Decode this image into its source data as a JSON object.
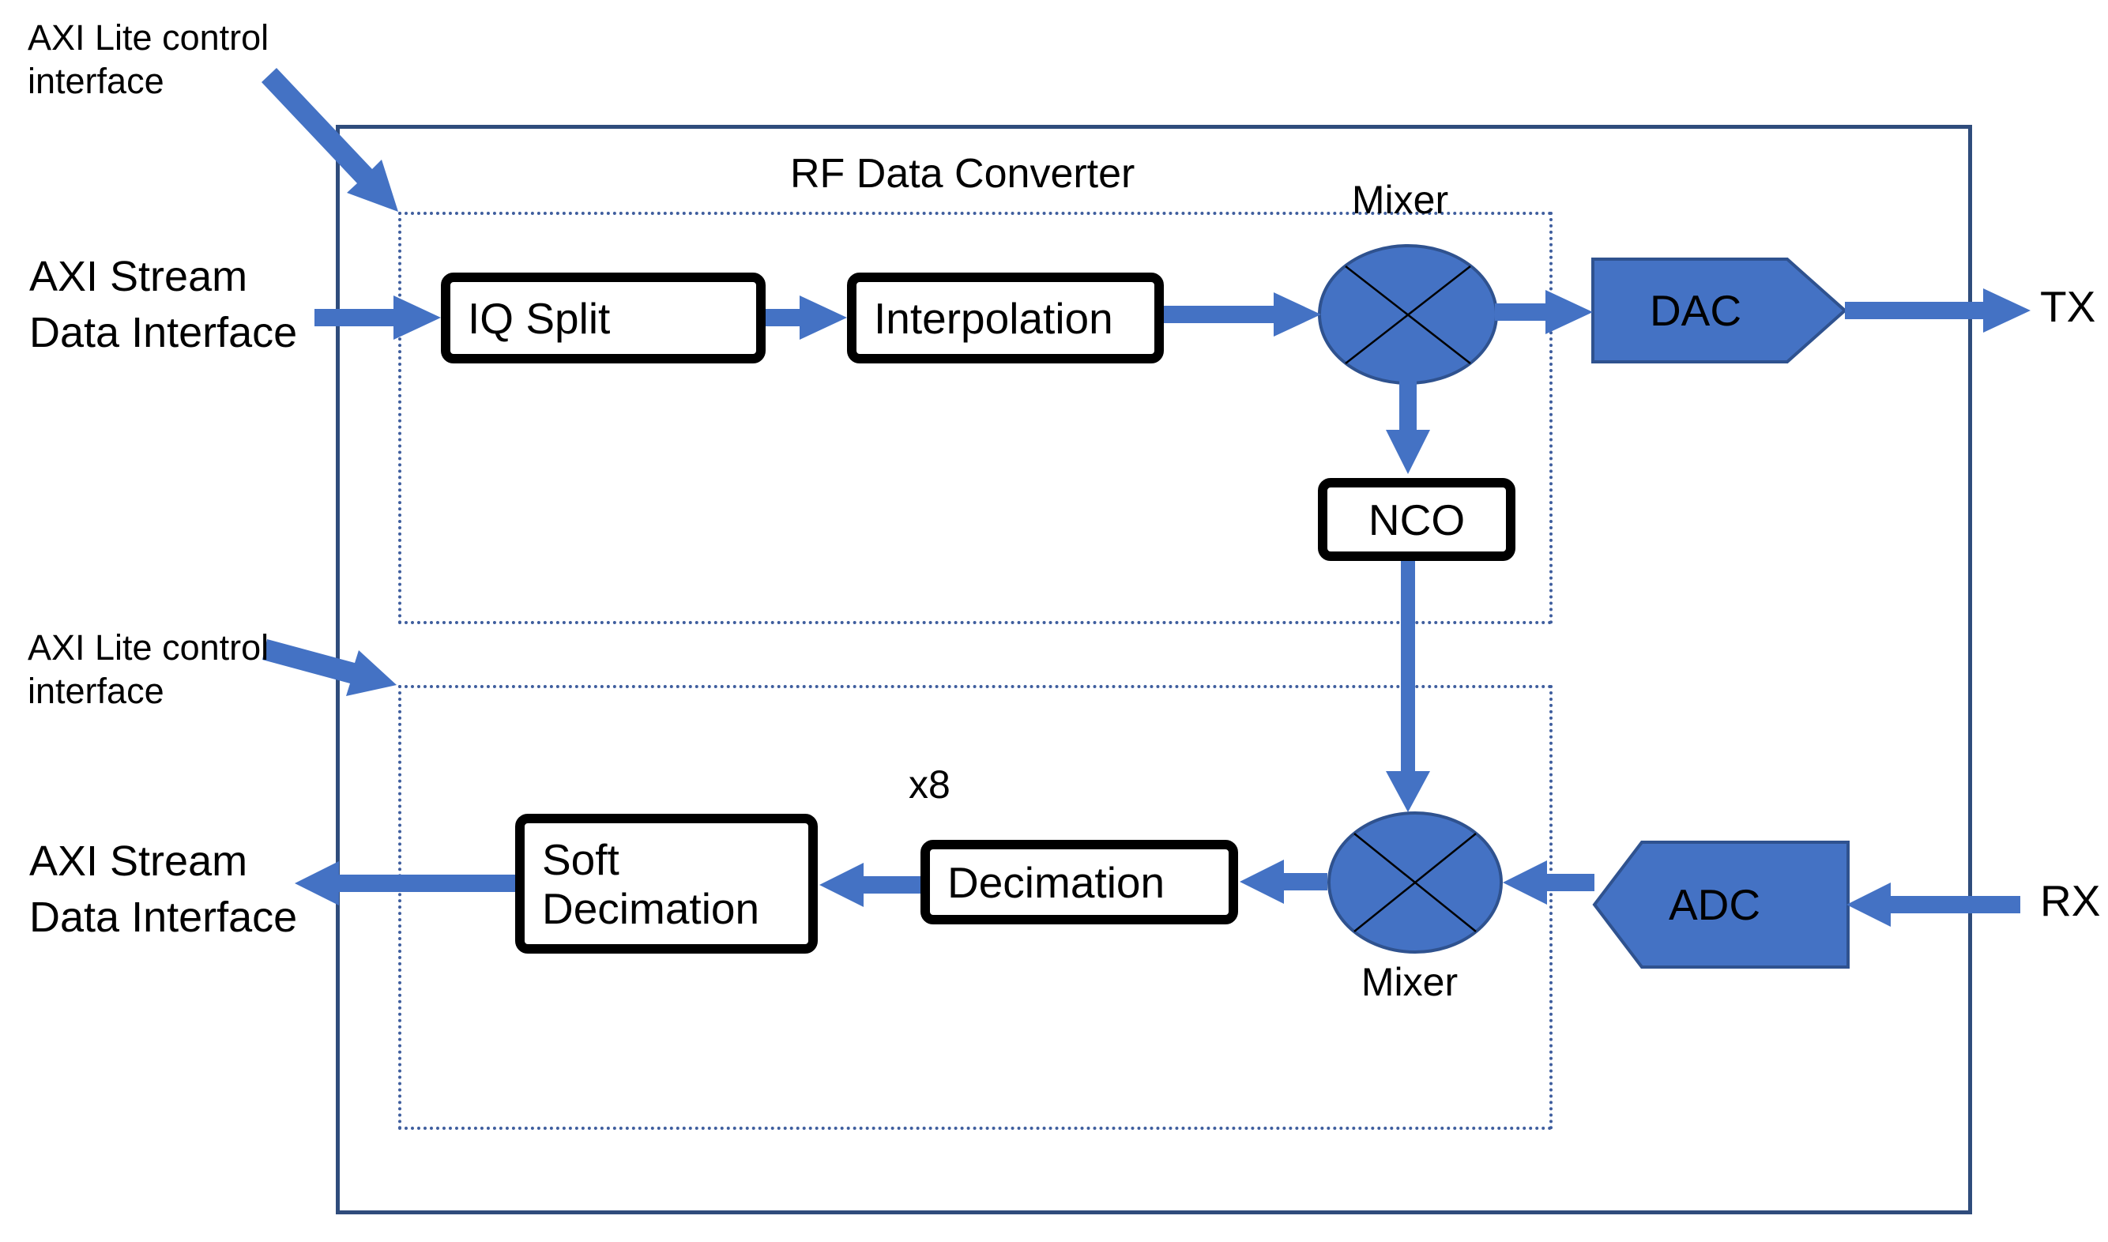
{
  "title": "RF Data Converter",
  "colors": {
    "accent": "#4472C4",
    "shape_stroke": "#2F528F",
    "outer_stroke": "#2F4C7C",
    "dotted_stroke": "#3F5E9E",
    "text": "#000000"
  },
  "side_labels": {
    "axi_lite_top": {
      "line1": "AXI Lite control",
      "line2": "interface"
    },
    "axi_stream_top": {
      "line1": "AXI Stream",
      "line2": "Data Interface"
    },
    "axi_lite_bottom": {
      "line1": "AXI Lite control",
      "line2": "interface"
    },
    "axi_stream_bottom": {
      "line1": "AXI Stream",
      "line2": "Data Interface"
    },
    "tx": "TX",
    "rx": "RX"
  },
  "blocks": {
    "iq_split": "IQ Split",
    "interpolation": "Interpolation",
    "nco": "NCO",
    "dac": "DAC",
    "adc": "ADC",
    "decimation": "Decimation",
    "soft_decimation": {
      "line1": "Soft",
      "line2": "Decimation"
    },
    "mixer_top": "Mixer",
    "mixer_bottom": "Mixer",
    "decimation_factor": "x8"
  }
}
